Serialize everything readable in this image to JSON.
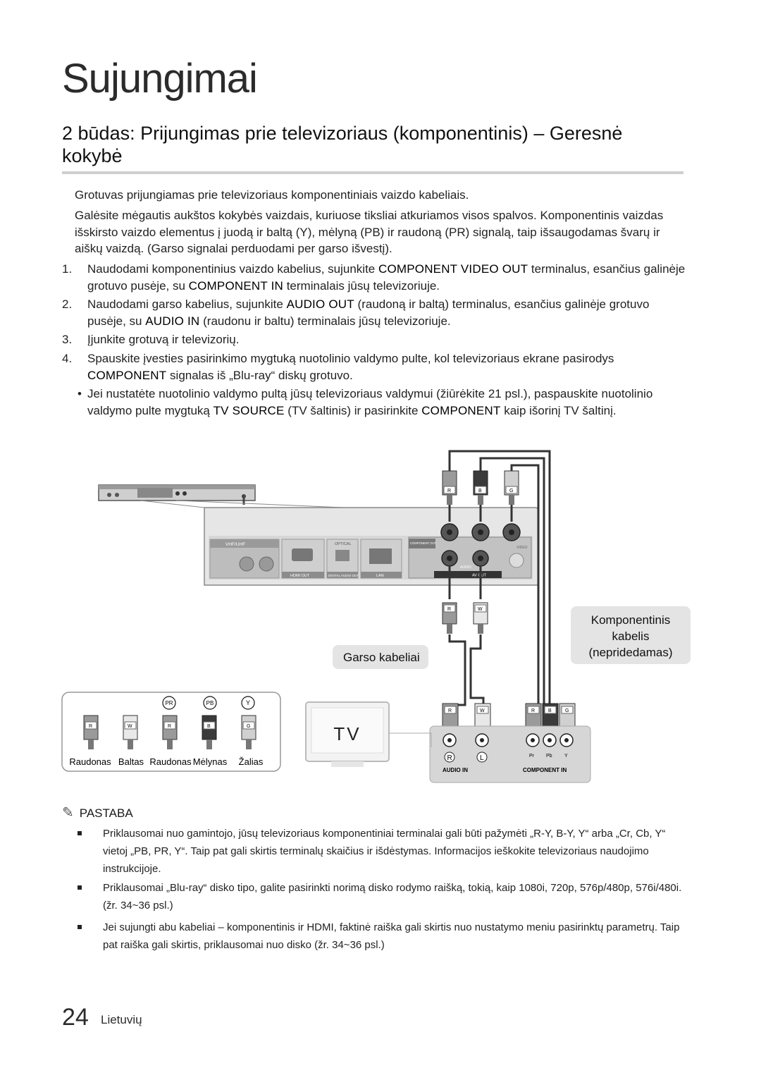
{
  "page": {
    "title": "Sujungimai",
    "section_title": "2 būdas: Prijungimas prie televizoriaus (komponentinis) – Geresnė kokybė",
    "intro1": "Grotuvas prijungiamas prie televizoriaus komponentiniais vaizdo kabeliais.",
    "intro2": "Galėsite mėgautis aukštos kokybės vaizdais, kuriuose tiksliai atkuriamos visos spalvos. Komponentinis vaizdas išskirsto vaizdo elementus į juodą ir baltą (Y), mėlyną (PB) ir raudoną (PR) signalą, taip išsaugodamas švarų ir aiškų vaizdą.  (Garso signalai perduodami per garso išvestį).",
    "steps": [
      {
        "num": "1.",
        "parts": [
          "Naudodami komponentinius vaizdo kabelius, sujunkite ",
          "COMPONENT VIDEO OUT",
          " terminalus, esančius galinėje grotuvo pusėje, su ",
          "COMPONENT IN",
          " terminalais jūsų televizoriuje."
        ]
      },
      {
        "num": "2.",
        "parts": [
          "Naudodami garso kabelius, sujunkite ",
          "AUDIO OUT",
          "  (raudoną ir baltą) terminalus, esančius galinėje grotuvo pusėje, su ",
          "AUDIO IN",
          " (raudonu ir baltu) terminalais jūsų televizoriuje."
        ]
      },
      {
        "num": "3.",
        "parts": [
          "Įjunkite grotuvą ir televizorių."
        ]
      },
      {
        "num": "4.",
        "parts": [
          "Spauskite įvesties pasirinkimo mygtuką nuotolinio valdymo pulte, kol televizoriaus ekrane pasirodys ",
          "COMPONENT",
          " signalas iš „Blu-ray“ diskų grotuvo."
        ]
      }
    ],
    "bullet": {
      "dot": "•",
      "parts": [
        "Jei nustatėte nuotolinio valdymo pultą jūsų televizoriaus valdymui (žiūrėkite 21 psl.), paspauskite nuotolinio valdymo pulte mygtuką ",
        "TV SOURCE",
        " (TV šaltinis) ir pasirinkite ",
        "COMPONENT",
        " kaip išorinį TV šaltinį."
      ]
    },
    "diagram": {
      "player_labels": {
        "vhf": "VHF/UHF",
        "optical": "OPTICAL",
        "component_out": "COMPONENT OUT",
        "audio": "AUDIO",
        "video": "VIDEO",
        "hdmi_out": "HDMI OUT",
        "digital_audio_out": "DIGITAL AUDIO OUT",
        "lan": "LAN",
        "av_out": "AV OUT"
      },
      "plug_letters": {
        "r": "R",
        "w": "W",
        "b": "B",
        "g": "G"
      },
      "callout_audio": "Garso kabeliai",
      "callout_component": [
        "Komponentinis",
        "kabelis",
        "(nepridedamas)"
      ],
      "legend_symbols": [
        "PR",
        "PB",
        "Y"
      ],
      "legend_colors": [
        "Raudonas",
        "Baltas",
        "Raudonas",
        "Mėlynas",
        "Žalias"
      ],
      "tv_label": "TV",
      "tv_panel": {
        "audio_r": "R",
        "audio_l": "L",
        "comp_labels": [
          "Pr",
          "Pb",
          "Y"
        ],
        "audio_in": "AUDIO IN",
        "component_in": "COMPONENT IN"
      },
      "colors": {
        "red": "#8a8a8a",
        "white": "#e8e8e8",
        "blue": "#3a3a3a",
        "green": "#bdbdbd"
      }
    },
    "note_head": "PASTABA",
    "note_icon": "pencil-icon",
    "notes": [
      "Priklausomai nuo gamintojo, jūsų televizoriaus komponentiniai terminalai gali būti pažymėti „R-Y, B-Y, Y“ arba „Cr, Cb, Y“ vietoj „PB, PR, Y“. Taip pat gali skirtis terminalų skaičius ir išdėstymas. Informacijos ieškokite televizoriaus naudojimo instrukcijoje.",
      "Priklausomai „Blu-ray“ disko tipo, galite pasirinkti  norimą disko rodymo raišką, tokią, kaip  1080i, 720p, 576p/480p, 576i/480i. (žr. 34~36 psl.)",
      "Jei sujungti abu kabeliai – komponentinis ir HDMI, faktinė raiška gali skirtis nuo nustatymo meniu pasirinktų parametrų. Taip pat raiška gali skirtis, priklausomai nuo disko (žr. 34~36 psl.)"
    ],
    "page_number": "24",
    "language": "Lietuvių"
  }
}
